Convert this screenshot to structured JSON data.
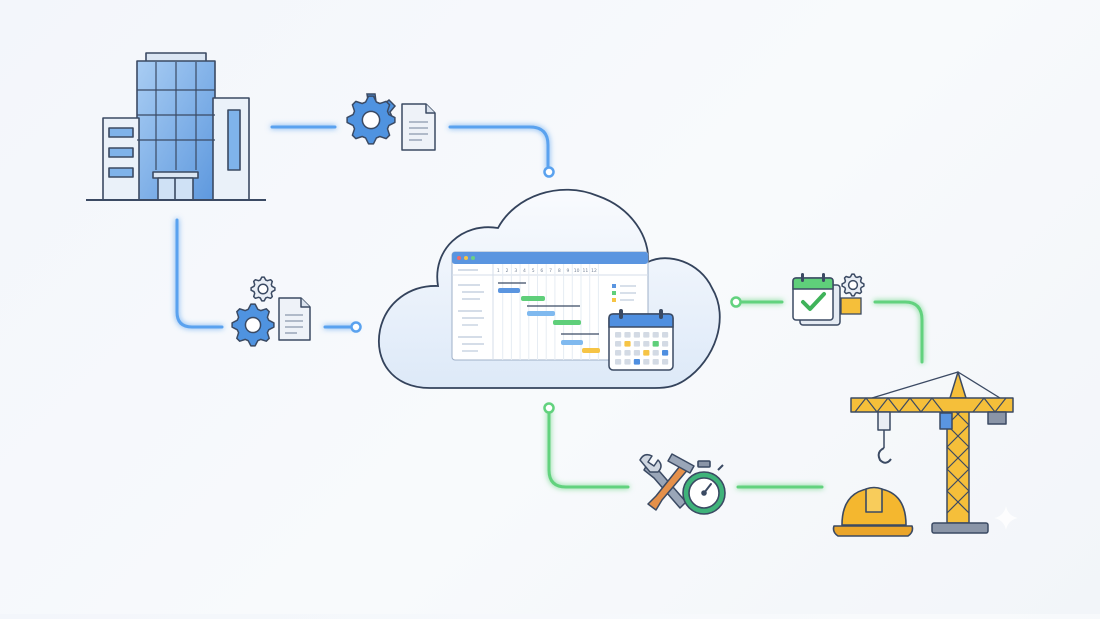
{
  "scene": {
    "kind": "cloud-scheduling-integration-diagram",
    "colors": {
      "outline": "#3b4a63",
      "blue_line": "#5aa2ef",
      "green_line": "#5fd07a",
      "cloud_fill": "#eef5fd",
      "building_glass": "#7fb3ea",
      "crane_yellow": "#f5bf3a",
      "helmet_yellow": "#f4b72f",
      "gear_blue": "#4f93e0",
      "check_green": "#3fb35a",
      "timer_green": "#2f9f62"
    },
    "icons": [
      "office-building-icon",
      "gear-icon",
      "document-icon",
      "cloud-icon",
      "gantt-chart-window-icon",
      "calendar-icon",
      "task-checklist-icon",
      "tower-crane-icon",
      "hard-hat-icon",
      "wrench-hammer-icon",
      "stopwatch-icon"
    ],
    "gantt_columns": [
      "1",
      "2",
      "3",
      "4",
      "5",
      "6",
      "7",
      "8",
      "9",
      "10",
      "11",
      "12"
    ]
  }
}
